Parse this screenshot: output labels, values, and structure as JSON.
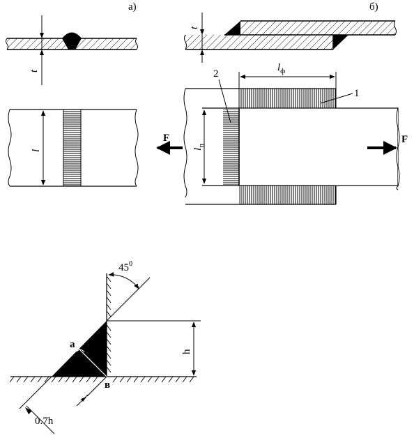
{
  "panel_a": {
    "caption": "а)",
    "thickness_label": "t",
    "length_label": "l"
  },
  "panel_b": {
    "caption": "б)",
    "thickness_label": "t",
    "flank_length_label": "l",
    "flank_length_subscript": "ф",
    "frontal_length_label": "l",
    "frontal_length_subscript": "п",
    "seam_1_label": "1",
    "seam_2_label": "2",
    "force_left_label": "F",
    "force_right_label": "F"
  },
  "fillet": {
    "angle_label": "45",
    "angle_superscript": "0",
    "leg_label": "h",
    "point_a_label": "a",
    "point_b_label": "в",
    "throat_label": "0.7h"
  },
  "colors": {
    "ink": "#000000",
    "paper": "#ffffff"
  }
}
